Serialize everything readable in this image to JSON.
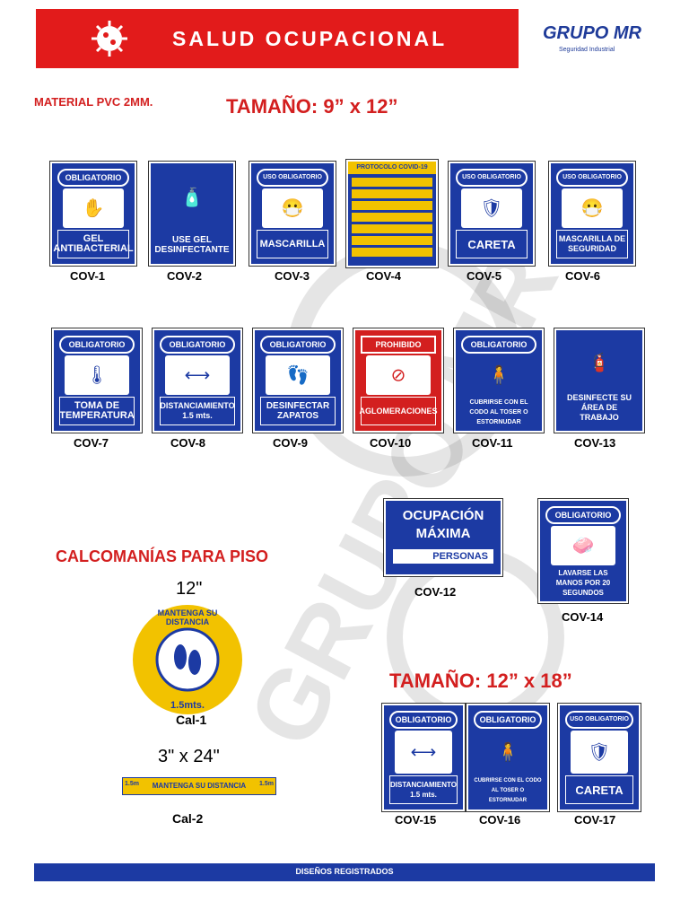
{
  "header": {
    "title": "SALUD OCUPACIONAL",
    "logo": "GRUPO MR",
    "logo_sub": "Seguridad Industrial",
    "accent": "#e21b1b"
  },
  "material": "MATERIAL PVC 2MM.",
  "size_small": "TAMAÑO: 9” x 12”",
  "size_large": "TAMAÑO: 12” x 18”",
  "signs_row1": [
    {
      "code": "COV-1",
      "hdr": "OBLIGATORIO",
      "foot": "GEL ANTIBACTERIAL",
      "icon": "hands-gel-icon"
    },
    {
      "code": "COV-2",
      "hdr": "",
      "foot": "USE GEL DESINFECTANTE",
      "icon": "gel-dispenser-icon"
    },
    {
      "code": "COV-3",
      "hdr": "USO OBLIGATORIO",
      "foot": "MASCARILLA",
      "icon": "face-mask-icon"
    },
    {
      "code": "COV-4",
      "hdr": "PROTOCOLO COVID-19",
      "foot": "",
      "icon": "protocol-list-icon"
    },
    {
      "code": "COV-5",
      "hdr": "USO OBLIGATORIO",
      "foot": "CARETA",
      "icon": "face-shield-icon"
    },
    {
      "code": "COV-6",
      "hdr": "USO OBLIGATORIO",
      "foot": "MASCARILLA DE SEGURIDAD",
      "icon": "face-mask-icon"
    }
  ],
  "signs_row2": [
    {
      "code": "COV-7",
      "hdr": "OBLIGATORIO",
      "foot": "TOMA DE TEMPERATURA",
      "icon": "thermometer-icon"
    },
    {
      "code": "COV-8",
      "hdr": "OBLIGATORIO",
      "foot": "DISTANCIAMIENTO 1.5 mts.",
      "icon": "distance-icon"
    },
    {
      "code": "COV-9",
      "hdr": "OBLIGATORIO",
      "foot": "DESINFECTAR ZAPATOS",
      "icon": "shoes-icon"
    },
    {
      "code": "COV-10",
      "hdr": "PROHIBIDO",
      "foot": "AGLOMERACIONES",
      "icon": "crowd-icon"
    },
    {
      "code": "COV-11",
      "hdr": "OBLIGATORIO",
      "foot": "CUBRIRSE CON EL CODO AL TOSER O ESTORNUDAR",
      "icon": "cough-icon"
    },
    {
      "code": "COV-13",
      "hdr": "",
      "foot": "DESINFECTE SU ÁREA DE TRABAJO",
      "icon": "spray-icon"
    }
  ],
  "cov12": {
    "code": "COV-12",
    "line1": "OCUPACIÓN",
    "line2": "MÁXIMA",
    "line3": "PERSONAS"
  },
  "cov14": {
    "code": "COV-14",
    "hdr": "OBLIGATORIO",
    "foot": "LAVARSE LAS MANOS POR 20 SEGUNDOS"
  },
  "decals": {
    "title": "CALCOMANÍAS PARA PISO",
    "size1": "12\"",
    "circle_text": "MANTENGA SU DISTANCIA",
    "circle_sub": "1.5mts.",
    "code1": "Cal-1",
    "size2": "3\" x 24\"",
    "strip_text": "MANTENGA SU DISTANCIA",
    "strip_end": "1.5m",
    "code2": "Cal-2"
  },
  "signs_row3": [
    {
      "code": "COV-15",
      "hdr": "OBLIGATORIO",
      "foot": "DISTANCIAMIENTO 1.5 mts."
    },
    {
      "code": "COV-16",
      "hdr": "OBLIGATORIO",
      "foot": "CUBRIRSE CON EL CODO AL TOSER O ESTORNUDAR"
    },
    {
      "code": "COV-17",
      "hdr": "USO OBLIGATORIO",
      "foot": "CARETA"
    }
  ],
  "footer": "DISEÑOS REGISTRADOS",
  "colors": {
    "sign_blue": "#1c3aa3",
    "prohib_red": "#d31f1f",
    "decal_yellow": "#f2c200"
  }
}
